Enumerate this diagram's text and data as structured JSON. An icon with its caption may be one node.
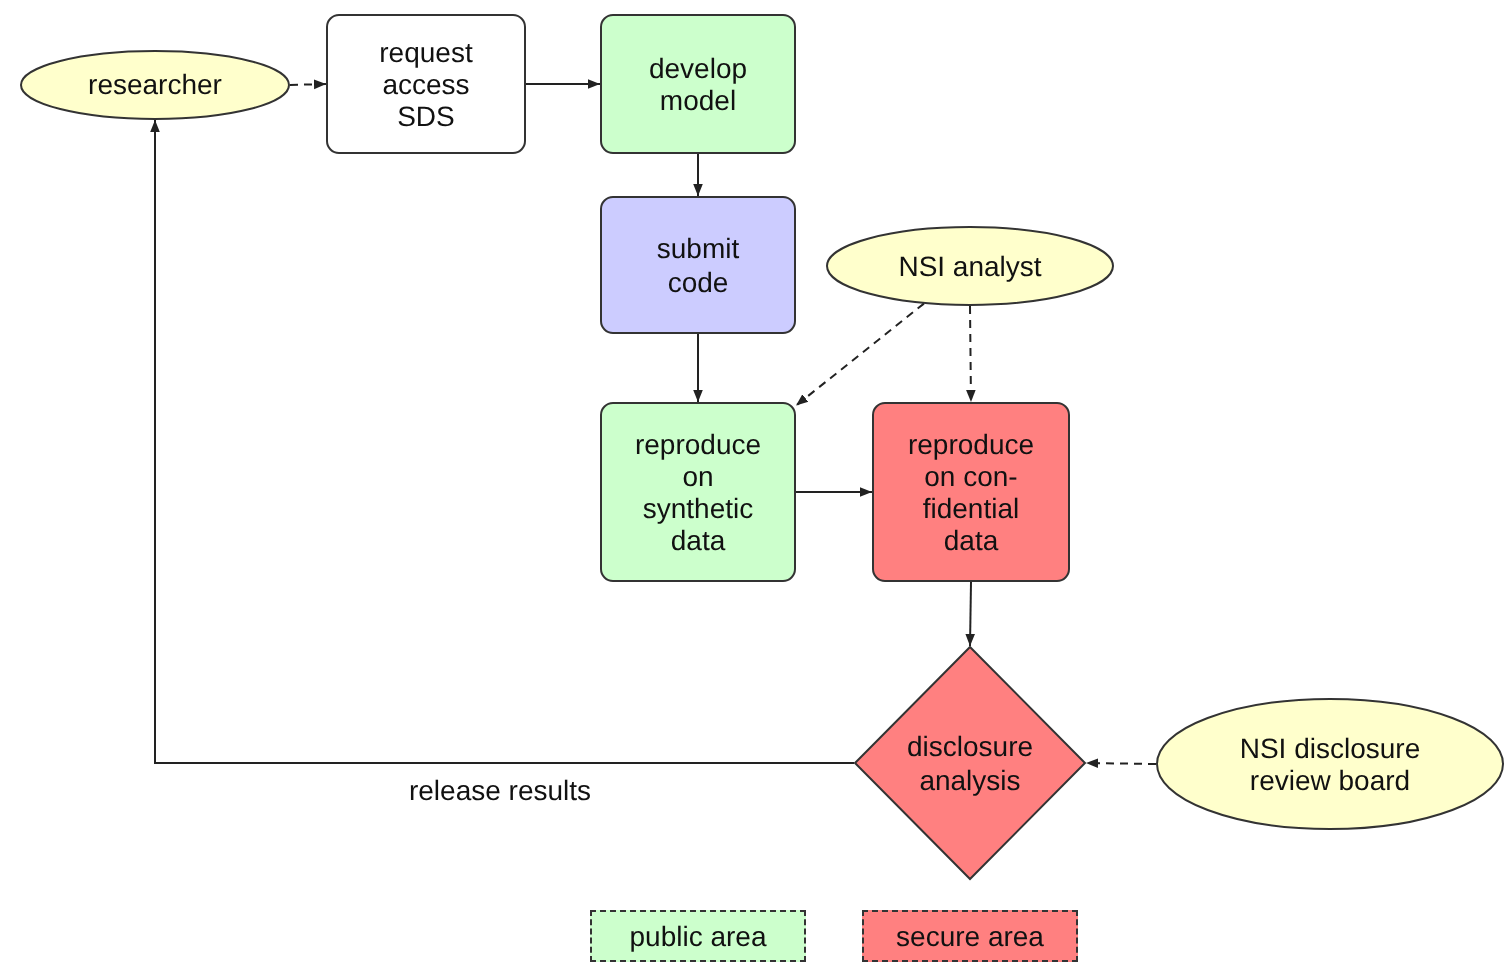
{
  "diagram": {
    "nodes": [
      {
        "text": [
          "researcher"
        ]
      },
      {
        "text": [
          "request access SDS"
        ]
      },
      {
        "text": [
          "develop model"
        ]
      },
      {
        "text": [
          "submit code"
        ]
      },
      {
        "text": [
          "NSI analyst"
        ]
      },
      {
        "text": [
          "reproduce on synthetic data"
        ]
      },
      {
        "text": [
          "reproduce on con- fidential data"
        ]
      },
      {
        "text": [
          "disclosure analysis"
        ]
      },
      {
        "text": [
          "NSI disclosure review board"
        ]
      }
    ],
    "edges": [
      {
        "from": 0,
        "to": 1,
        "arrow": "to",
        "style": "dashed"
      },
      {
        "from": 1,
        "to": 2,
        "arrow": "to"
      },
      {
        "from": 2,
        "to": 3,
        "arrow": "to"
      },
      {
        "from": 3,
        "to": 5,
        "arrow": "to"
      },
      {
        "from": 4,
        "to": 5,
        "arrow": "to",
        "style": "dashed"
      },
      {
        "from": 4,
        "to": 6,
        "arrow": "to",
        "style": "dashed"
      },
      {
        "from": 5,
        "to": 6,
        "arrow": "to"
      },
      {
        "from": 6,
        "to": 7,
        "arrow": "to"
      },
      {
        "from": 8,
        "to": 7,
        "arrow": "to",
        "style": "dashed"
      },
      {
        "from": 7,
        "to": 0,
        "arrow": "to",
        "label": "release results"
      }
    ],
    "legend": [
      {
        "text": "public area",
        "color": "#ccffcc"
      },
      {
        "text": "secure area",
        "color": "#ff8080"
      }
    ]
  }
}
